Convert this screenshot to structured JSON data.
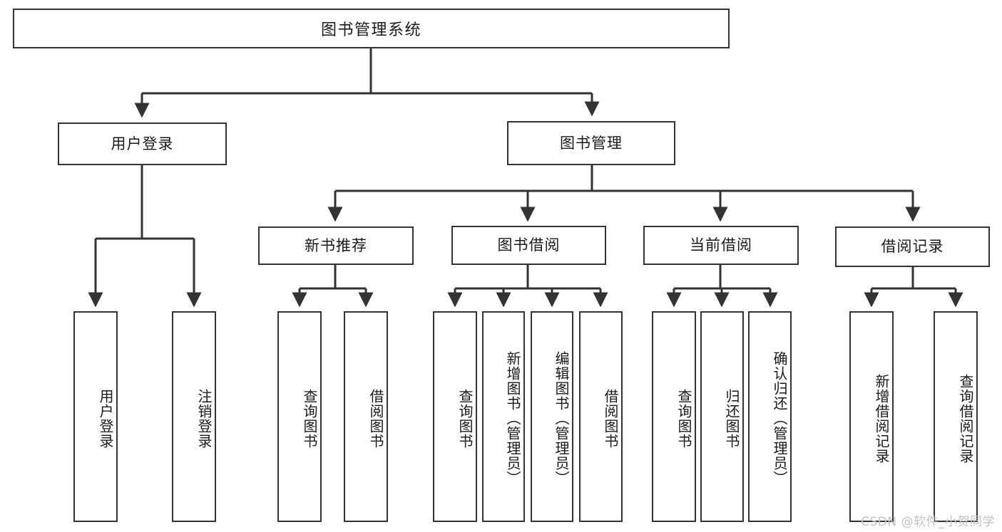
{
  "diagram": {
    "title": "图书管理系统",
    "watermark": "CSDN @软件_小贺同学",
    "line_color": "#333333",
    "box_border_color": "#333333",
    "box_fill": "#ffffff",
    "text_color": "#1a1a1a",
    "root": {
      "label": "图书管理系统"
    },
    "level2": [
      {
        "label": "用户登录"
      },
      {
        "label": "图书管理"
      }
    ],
    "level3": [
      {
        "label": "新书推荐"
      },
      {
        "label": "图书借阅"
      },
      {
        "label": "当前借阅"
      },
      {
        "label": "借阅记录"
      }
    ],
    "leaves": {
      "user_login": [
        {
          "label": "用户登录"
        },
        {
          "label": "注销登录"
        }
      ],
      "new_book_recommend": [
        {
          "label": "查询图书"
        },
        {
          "label": "借阅图书"
        }
      ],
      "book_borrow": [
        {
          "label": "查询图书"
        },
        {
          "label": "新增图书（管理员）"
        },
        {
          "label": "编辑图书（管理员）"
        },
        {
          "label": "借阅图书"
        }
      ],
      "current_borrow": [
        {
          "label": "查询图书"
        },
        {
          "label": "归还图书"
        },
        {
          "label": "确认归还（管理员）"
        }
      ],
      "borrow_record": [
        {
          "label": "新增借阅记录"
        },
        {
          "label": "查询借阅记录"
        }
      ]
    }
  }
}
